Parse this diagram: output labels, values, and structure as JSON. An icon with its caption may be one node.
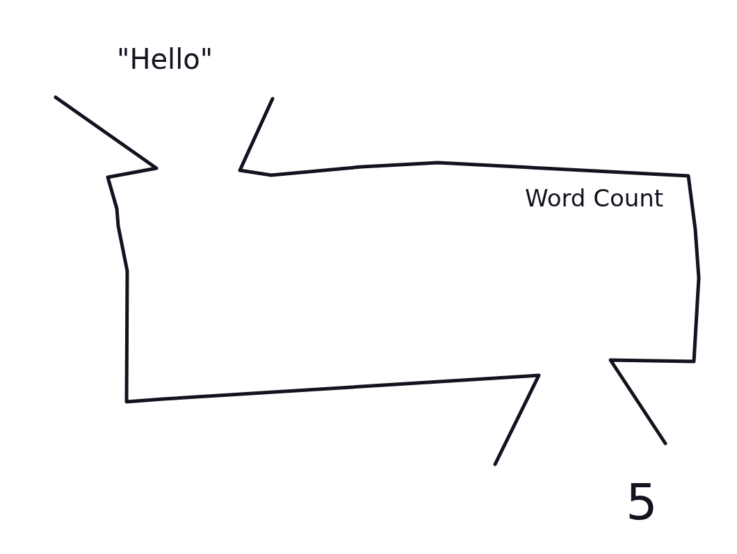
{
  "diagram": {
    "nodes": [
      {
        "text": [
          "Word Count"
        ]
      }
    ],
    "labels": [
      "\"Hello\"",
      "5"
    ]
  }
}
